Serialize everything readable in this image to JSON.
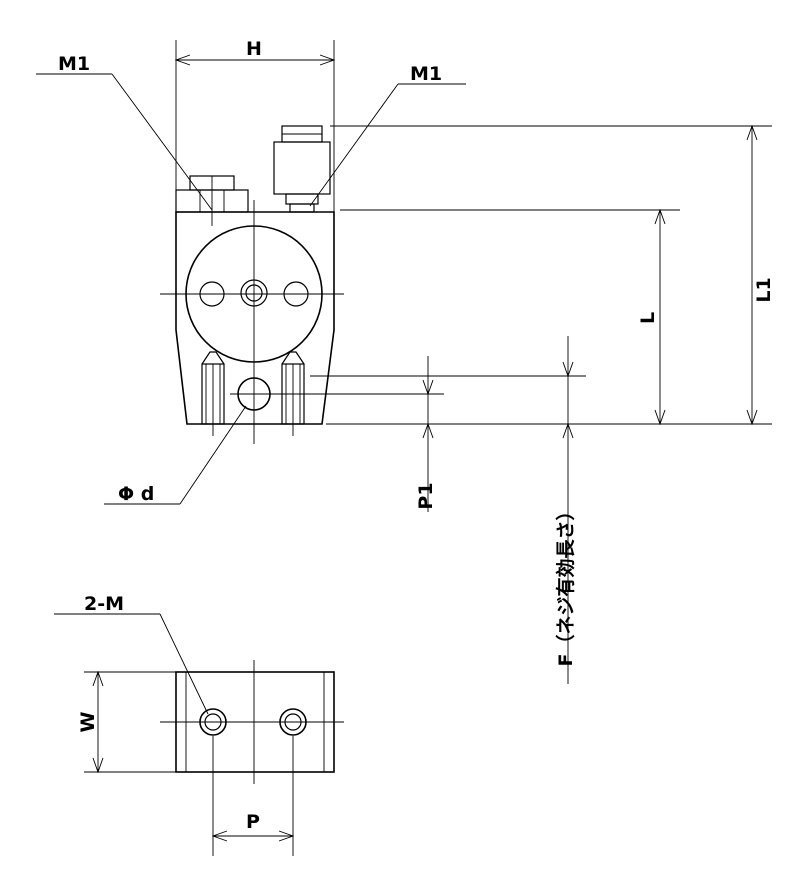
{
  "labels": {
    "h": "H",
    "m1_left": "M1",
    "m1_right": "M1",
    "l": "L",
    "l1": "L1",
    "phi_d": "Φ d",
    "p1": "P1",
    "f": "F（ネジ有効長さ）",
    "two_m": "2-M",
    "w": "W",
    "p": "P"
  }
}
